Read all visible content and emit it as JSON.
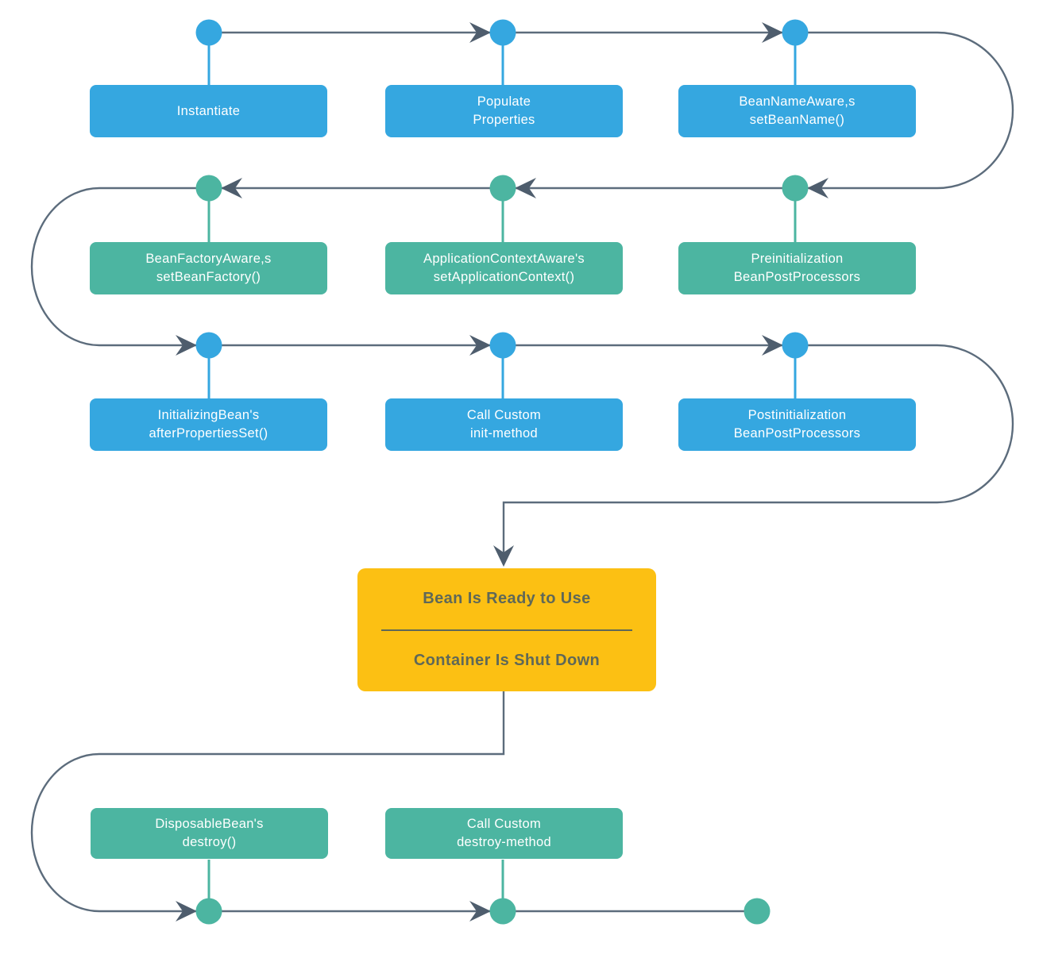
{
  "colors": {
    "blue": "#35a7e0",
    "teal": "#4cb5a1",
    "yellow": "#fcc013",
    "line": "#5c6c7c",
    "arrow": "#4e5d6d",
    "box_text": "#ffffff",
    "yellow_text": "#5f6858"
  },
  "rows": [
    {
      "style": "blue",
      "boxes": [
        {
          "line1": "Instantiate"
        },
        {
          "line1": "Populate",
          "line2": "Properties"
        },
        {
          "line1": "BeanNameAware,s",
          "line2": "setBeanName()"
        }
      ]
    },
    {
      "style": "teal",
      "boxes": [
        {
          "line1": "BeanFactoryAware,s",
          "line2": "setBeanFactory()"
        },
        {
          "line1": "ApplicationContextAware's",
          "line2": "setApplicationContext()"
        },
        {
          "line1": "Preinitialization",
          "line2": "BeanPostProcessors"
        }
      ]
    },
    {
      "style": "blue",
      "boxes": [
        {
          "line1": "InitializingBean's",
          "line2": "afterPropertiesSet()"
        },
        {
          "line1": "Call Custom",
          "line2": "init-method"
        },
        {
          "line1": "Postinitialization",
          "line2": "BeanPostProcessors"
        }
      ]
    },
    {
      "style": "teal",
      "boxes": [
        {
          "line1": "DisposableBean's",
          "line2": "destroy()"
        },
        {
          "line1": "Call Custom",
          "line2": "destroy-method"
        }
      ]
    }
  ],
  "center_box": {
    "top": "Bean Is Ready to Use",
    "bottom": "Container Is Shut Down"
  }
}
